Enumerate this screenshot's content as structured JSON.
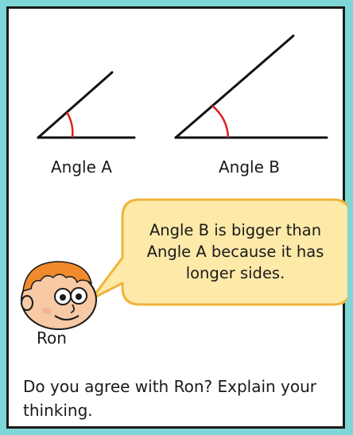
{
  "angles": {
    "a_label": "Angle A",
    "b_label": "Angle B"
  },
  "speech": {
    "text": "Angle B is bigger than Angle A because it has longer sides."
  },
  "character": {
    "name": "Ron"
  },
  "question": {
    "text": "Do you agree with Ron?  Explain your thinking."
  },
  "colors": {
    "background": "#7fd6d6",
    "bubble_fill": "#fde9a8",
    "bubble_border": "#f0b43c",
    "angle_arc": "#e02020",
    "face": "#f7c9a4",
    "hair": "#f08a2c"
  }
}
